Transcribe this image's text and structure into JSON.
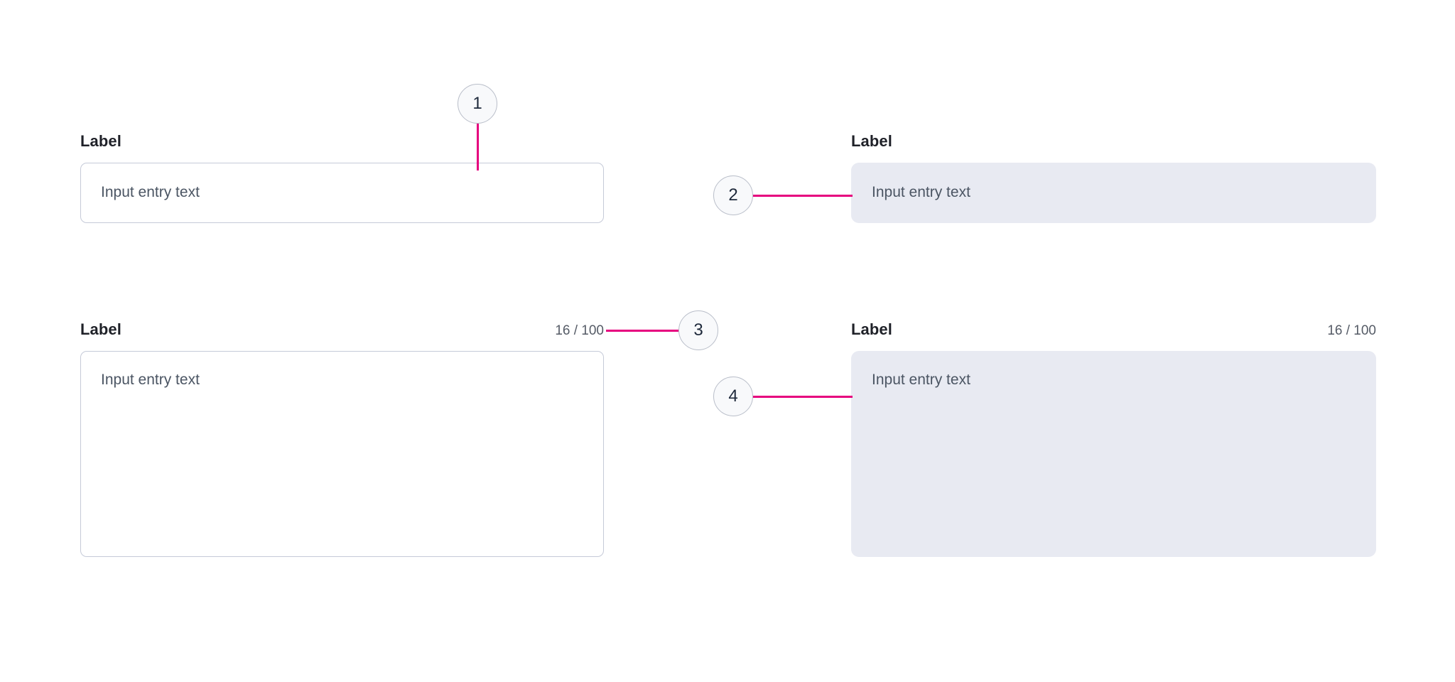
{
  "page": {
    "title": "Form field variants specification",
    "background": "#ffffff"
  },
  "colors": {
    "accent_connector": "#e6007e",
    "callout_fill": "#f8f9fb",
    "callout_border": "#b9bec9",
    "callout_text": "#1e293b",
    "outlined_border": "#c5cad8",
    "filled_background": "#e8eaf2",
    "label_text": "#1f2128",
    "placeholder_text": "#4b5563",
    "counter_text": "#555b66"
  },
  "fields": [
    {
      "id": "input-outlined",
      "variant": "outlined",
      "kind": "single-line",
      "label": "Label",
      "placeholder": "Input entry text",
      "counter": null
    },
    {
      "id": "input-filled",
      "variant": "filled",
      "kind": "single-line",
      "label": "Label",
      "placeholder": "Input entry text",
      "counter": null
    },
    {
      "id": "textarea-outlined",
      "variant": "outlined",
      "kind": "multi-line",
      "label": "Label",
      "placeholder": "Input entry text",
      "counter": "16 / 100"
    },
    {
      "id": "textarea-filled",
      "variant": "filled",
      "kind": "multi-line",
      "label": "Label",
      "placeholder": "Input entry text",
      "counter": "16 / 100"
    }
  ],
  "callouts": [
    {
      "number": "1",
      "target": "input-outlined",
      "line": "vertical"
    },
    {
      "number": "2",
      "target": "input-filled",
      "line": "horizontal"
    },
    {
      "number": "3",
      "target": "textarea-outlined",
      "line": "horizontal"
    },
    {
      "number": "4",
      "target": "textarea-filled",
      "line": "horizontal"
    }
  ]
}
